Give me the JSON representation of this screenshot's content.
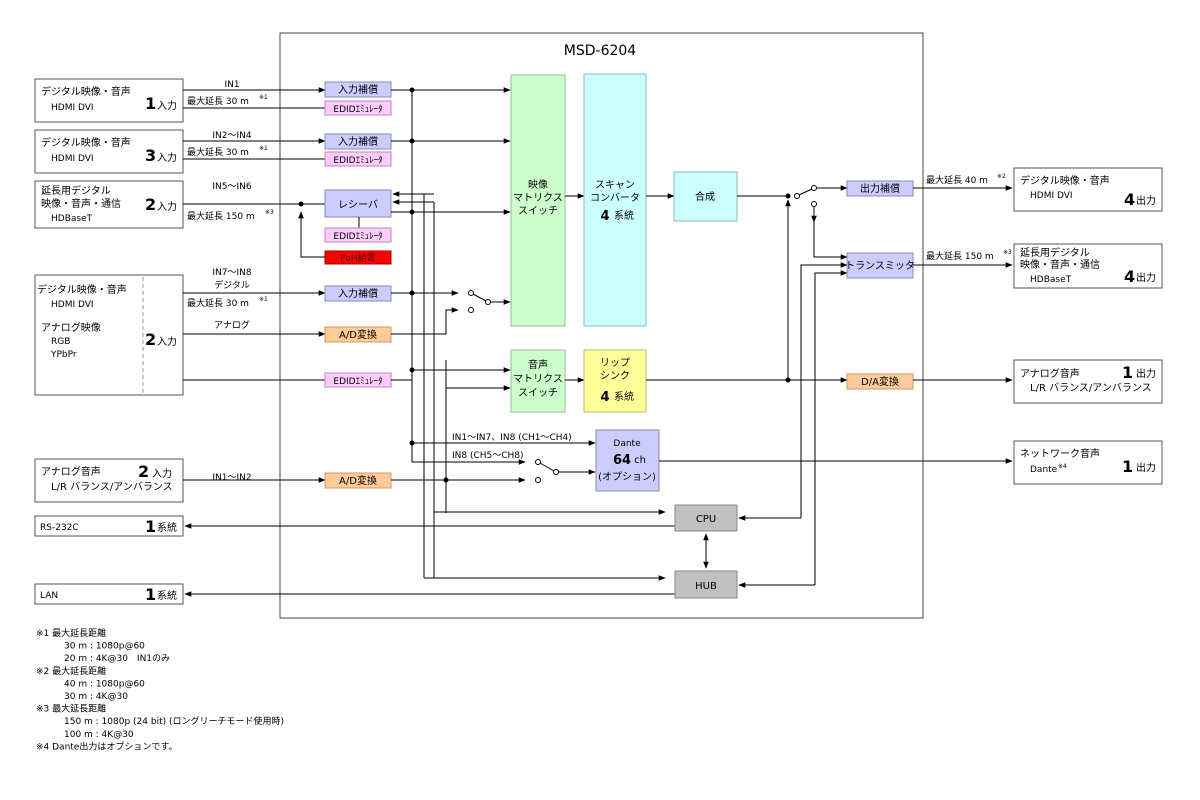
{
  "device": {
    "title": "MSD-6204"
  },
  "inputs": [
    {
      "line1": "デジタル映像・音声",
      "line2": "HDMI DVI",
      "count": "1",
      "unit": "入力",
      "signal": "IN1",
      "note": "最大延長 30 m",
      "ref": "※1"
    },
    {
      "line1": "デジタル映像・音声",
      "line2": "HDMI DVI",
      "count": "3",
      "unit": "入力",
      "signal": "IN2～IN4",
      "note": "最大延長 30 m",
      "ref": "※1"
    },
    {
      "line1": "延長用デジタル",
      "line2": "映像・音声・通信",
      "line3": "HDBaseT",
      "count": "2",
      "unit": "入力",
      "signal": "IN5～IN6",
      "note": "最大延長 150 m",
      "ref": "※3"
    },
    {
      "line1": "デジタル映像・音声",
      "line2": "HDMI DVI",
      "line3": "アナログ映像",
      "line4": "RGB",
      "line5": "YPbPr",
      "count": "2",
      "unit": "入力",
      "signal": "IN7～IN8",
      "signal2": "デジタル",
      "note": "最大延長 30 m",
      "ref": "※1",
      "signal3": "アナログ"
    },
    {
      "line1": "アナログ音声",
      "line2": "L/R バランス/アンバランス",
      "count": "2",
      "unit": "入力",
      "signal": "IN1～IN2"
    },
    {
      "line1": "RS-232C",
      "count": "1",
      "unit": "系統"
    },
    {
      "line1": "LAN",
      "count": "1",
      "unit": "系統"
    }
  ],
  "outputs": [
    {
      "line1": "デジタル映像・音声",
      "line2": "HDMI DVI",
      "count": "4",
      "unit": "出力",
      "note": "最大延長 40 m",
      "ref": "※2"
    },
    {
      "line1": "延長用デジタル",
      "line2": "映像・音声・通信",
      "line3": "HDBaseT",
      "count": "4",
      "unit": "出力",
      "note": "最大延長 150 m",
      "ref": "※3"
    },
    {
      "line1": "アナログ音声",
      "line2": "L/R バランス/アンバランス",
      "count": "1",
      "unit": "出力"
    },
    {
      "line1": "ネットワーク音声",
      "line2": "Dante",
      "ref": "※4",
      "count": "1",
      "unit": "出力"
    }
  ],
  "blocks": {
    "input_comp": "入力補償",
    "edid": "EDIDｴﾐｭﾚｰﾀ",
    "receiver": "レシーバ",
    "poh": "PoH給電",
    "ad": "A/D変換",
    "video_matrix": [
      "映像",
      "マトリクス",
      "スイッチ"
    ],
    "scan_conv": [
      "スキャン",
      "コンバータ"
    ],
    "scan_conv_count": "4",
    "scan_conv_unit": "系統",
    "compose": "合成",
    "output_comp": "出力補償",
    "transmitter": "トランスミッタ",
    "audio_matrix": [
      "音声",
      "マトリクス",
      "スイッチ"
    ],
    "lipsync": [
      "リップ",
      "シンク"
    ],
    "lipsync_count": "4",
    "lipsync_unit": "系統",
    "da": "D/A変換",
    "dante_title": "Dante",
    "dante_ch_num": "64",
    "dante_ch_unit": "ch",
    "dante_opt": "(オプション)",
    "cpu": "CPU",
    "hub": "HUB",
    "dante_in1": "IN1～IN7、IN8 (CH1～CH4)",
    "dante_in2": "IN8 (CH5～CH8)"
  },
  "footnotes": [
    {
      "text": "※1 最大延長距離",
      "indent": false
    },
    {
      "text": "30 m : 1080p@60",
      "indent": true
    },
    {
      "text": "20 m : 4K@30　IN1のみ",
      "indent": true
    },
    {
      "text": "※2 最大延長距離",
      "indent": false
    },
    {
      "text": "40 m : 1080p@60",
      "indent": true
    },
    {
      "text": "30 m : 4K@30",
      "indent": true
    },
    {
      "text": "※3 最大延長距離",
      "indent": false
    },
    {
      "text": "150 m : 1080p (24 bit) (ロングリーチモード使用時)",
      "indent": true
    },
    {
      "text": "100 m : 4K@30",
      "indent": true
    },
    {
      "text": "※4 Dante出力はオプションです。",
      "indent": false
    }
  ]
}
